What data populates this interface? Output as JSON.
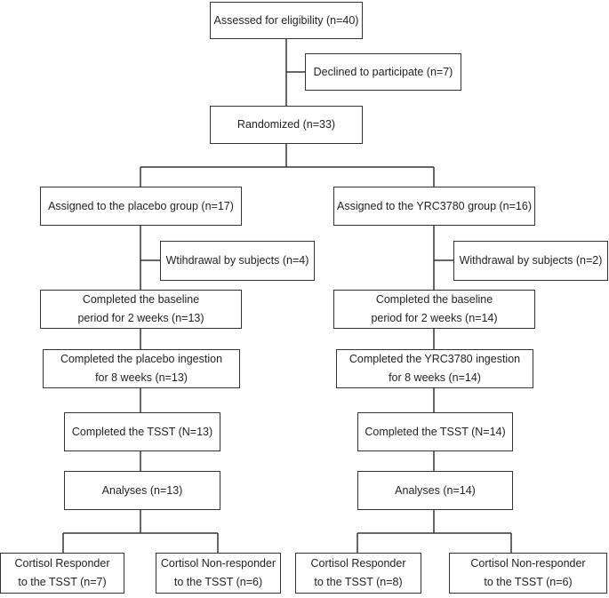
{
  "diagram": {
    "assessed": "Assessed for eligibility (n=40)",
    "declined": "Declined to participate (n=7)",
    "randomized": "Randomized (n=33)",
    "placebo": {
      "assigned": "Assigned to the placebo group (n=17)",
      "withdrawal": "Wtihdrawal by subjects (n=4)",
      "baseline": [
        "Completed the baseline",
        "period for 2 weeks (n=13)"
      ],
      "ingestion": [
        "Completed the placebo ingestion",
        "for 8 weeks (n=13)"
      ],
      "tsst": "Completed the TSST (N=13)",
      "analyses": "Analyses (n=13)",
      "responder": [
        "Cortisol Responder",
        "to the TSST (n=7)"
      ],
      "nonresponder": [
        "Cortisol Non-responder",
        "to the TSST (n=6)"
      ]
    },
    "yrc": {
      "assigned": "Assigned to the YRC3780 group (n=16)",
      "withdrawal": "Withdrawal by subjects (n=2)",
      "baseline": [
        "Completed the baseline",
        "period for 2 weeks (n=14)"
      ],
      "ingestion": [
        "Completed the YRC3780 ingestion",
        "for 8 weeks (n=14)"
      ],
      "tsst": "Completed the TSST (N=14)",
      "analyses": "Analyses (n=14)",
      "responder": [
        "Cortisol Responder",
        "to the TSST (n=8)"
      ],
      "nonresponder": [
        "Cortisol Non-responder",
        "to the TSST (n=6)"
      ]
    }
  }
}
